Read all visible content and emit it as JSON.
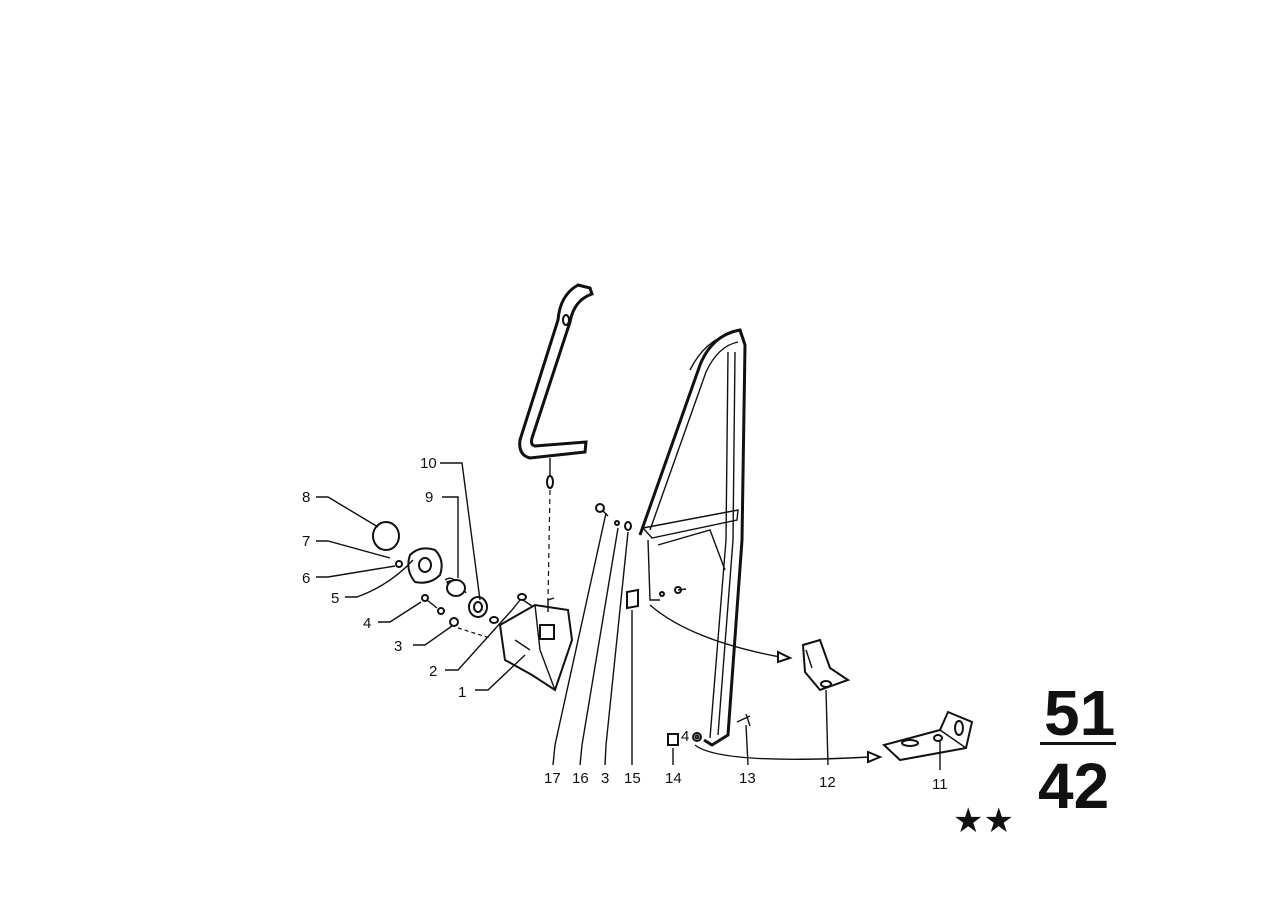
{
  "diagram": {
    "callouts": [
      {
        "id": "c1",
        "text": "1"
      },
      {
        "id": "c2",
        "text": "2"
      },
      {
        "id": "c3a",
        "text": "3"
      },
      {
        "id": "c4a",
        "text": "4"
      },
      {
        "id": "c5",
        "text": "5"
      },
      {
        "id": "c6",
        "text": "6"
      },
      {
        "id": "c7",
        "text": "7"
      },
      {
        "id": "c8",
        "text": "8"
      },
      {
        "id": "c9",
        "text": "9"
      },
      {
        "id": "c10",
        "text": "10"
      },
      {
        "id": "c17",
        "text": "17"
      },
      {
        "id": "c16",
        "text": "16"
      },
      {
        "id": "c3b",
        "text": "3"
      },
      {
        "id": "c15",
        "text": "15"
      },
      {
        "id": "c14",
        "text": "14"
      },
      {
        "id": "c4b",
        "text": "4"
      },
      {
        "id": "c13",
        "text": "13"
      },
      {
        "id": "c12",
        "text": "12"
      },
      {
        "id": "c11",
        "text": "11"
      }
    ],
    "section": {
      "top": "51",
      "bottom": "42",
      "marks": "★★"
    },
    "colors": {
      "ink": "#111111",
      "paper": "#ffffff"
    }
  }
}
